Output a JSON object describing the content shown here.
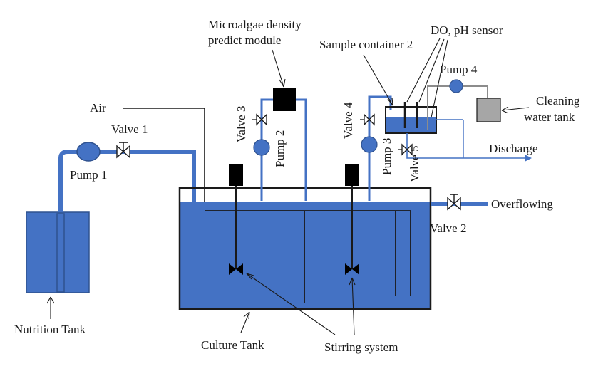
{
  "labels": {
    "density_module_line1": "Microalgae density",
    "density_module_line2": "predict module",
    "sample_container": "Sample container 2",
    "do_ph_sensor": "DO, pH sensor",
    "pump4": "Pump 4",
    "cleaning_line1": "Cleaning",
    "cleaning_line2": "water tank",
    "air": "Air",
    "valve1": "Valve 1",
    "pump1": "Pump 1",
    "valve3": "Valve 3",
    "pump2": "Pump 2",
    "valve4": "Valve 4",
    "pump3": "Pump 3",
    "valve5": "Valve 5",
    "discharge": "Discharge",
    "overflowing": "Overflowing",
    "valve2": "Valve 2",
    "nutrition_tank": "Nutrition Tank",
    "culture_tank": "Culture Tank",
    "stirring_system": "Stirring system"
  },
  "colors": {
    "water": "#4472c4",
    "pipe": "#4472c4",
    "cleaning_tank": "#a6a6a6",
    "motor": "#000000"
  }
}
